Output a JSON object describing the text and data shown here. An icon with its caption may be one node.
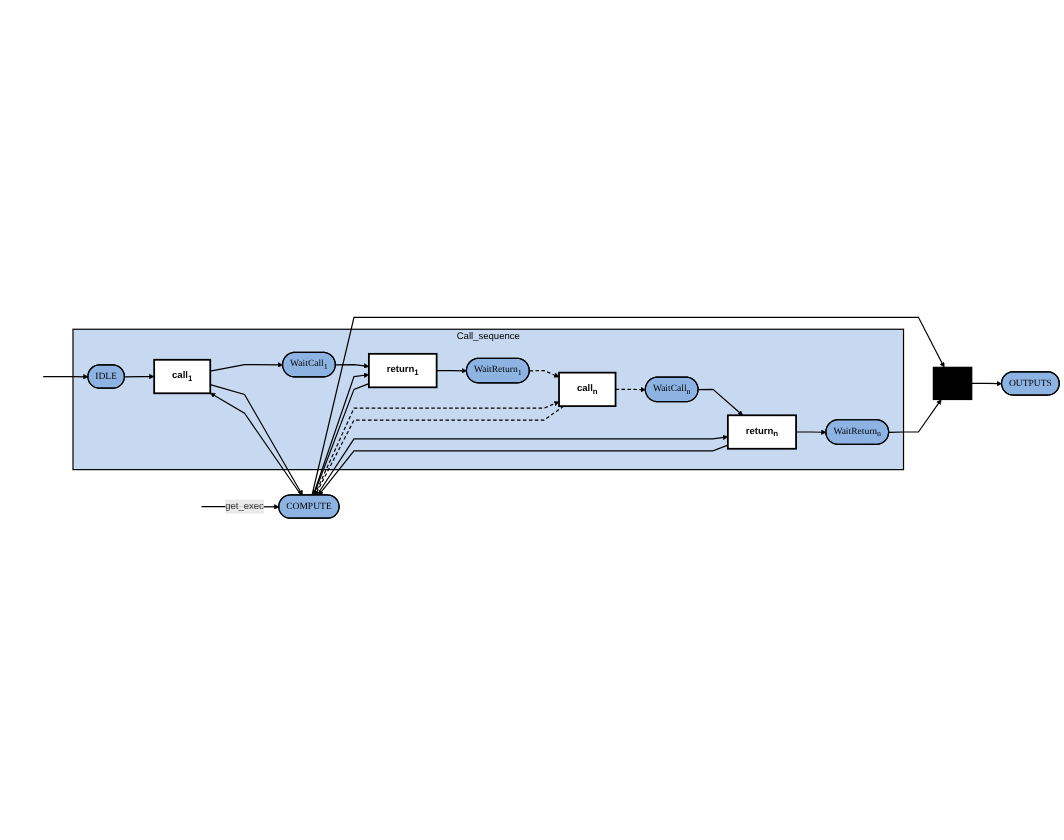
{
  "diagram": {
    "nodes": [
      {
        "text": [
          "Call_sequence"
        ]
      },
      {
        "text": [
          "IDLE"
        ],
        "in": 0
      },
      {
        "text": [
          "call$_{1}$"
        ],
        "in": 0
      },
      {
        "text": [
          "WaitCall$_{1}$"
        ],
        "in": 0
      },
      {
        "text": [
          "return$_{1}$"
        ],
        "in": 0
      },
      {
        "text": [
          "WaitReturn$_{1}$"
        ],
        "in": 0
      },
      {
        "text": [
          "call$_{n}$"
        ],
        "in": 0
      },
      {
        "text": [
          "WaitCall$_{n}$"
        ],
        "in": 0
      },
      {
        "text": [
          "return$_{n}$"
        ],
        "in": 0
      },
      {
        "text": [
          "WaitReturn$_{n}$"
        ],
        "in": 0
      },
      {
        "text": [
          "COMPUTE"
        ]
      },
      {
        "text": [],
        "shape": "bar"
      },
      {
        "text": [
          "OUTPUTS"
        ]
      }
    ],
    "edges": [
      {
        "from": null,
        "to": 1,
        "arrow": "to"
      },
      {
        "from": null,
        "to": 10,
        "arrow": "to",
        "label": "get_exec"
      },
      {
        "from": 1,
        "to": 2,
        "arrow": "to"
      },
      {
        "from": 10,
        "to": 2,
        "arrow": "to"
      },
      {
        "from": 2,
        "to": 10,
        "arrow": "to"
      },
      {
        "from": 2,
        "to": 3,
        "arrow": "to"
      },
      {
        "from": 3,
        "to": 4,
        "arrow": "to"
      },
      {
        "from": 10,
        "to": 4,
        "arrow": "to"
      },
      {
        "from": 4,
        "to": 10,
        "arrow": "to"
      },
      {
        "from": 4,
        "to": 5,
        "arrow": "to"
      },
      {
        "from": 5,
        "to": 6,
        "arrow": "to",
        "style": "dashed"
      },
      {
        "from": 10,
        "to": 6,
        "arrow": "to",
        "style": "dashed"
      },
      {
        "from": 6,
        "to": 10,
        "arrow": "to",
        "style": "dashed"
      },
      {
        "from": 6,
        "to": 7,
        "arrow": "to",
        "style": "dashed"
      },
      {
        "from": 7,
        "to": 8,
        "arrow": "to"
      },
      {
        "from": 10,
        "to": 8,
        "arrow": "to"
      },
      {
        "from": 8,
        "to": 10,
        "arrow": "to"
      },
      {
        "from": 8,
        "to": 9,
        "arrow": "to"
      },
      {
        "from": 10,
        "to": 11,
        "arrow": "to"
      },
      {
        "from": 9,
        "to": 11,
        "arrow": "to"
      },
      {
        "from": 11,
        "to": 12,
        "arrow": "to"
      }
    ]
  }
}
